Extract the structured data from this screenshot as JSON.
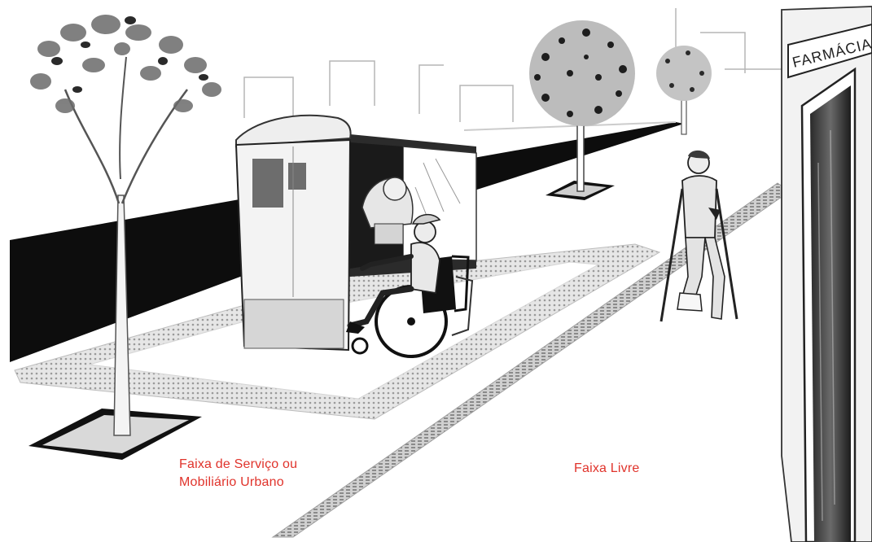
{
  "illustration": {
    "type": "sidewalk-accessibility-sketch",
    "palette": {
      "label_red": "#e0332b",
      "ink": "#1a1a1a",
      "tactile_gray": "#c9c9c9",
      "soft_gray": "#d9d9d9"
    }
  },
  "signage": {
    "storefront": "FARMÁCIA"
  },
  "labels": {
    "service_strip_line1": "Faixa de Serviço ou",
    "service_strip_line2": "Mobiliário Urbano",
    "free_strip": "Faixa Livre"
  }
}
